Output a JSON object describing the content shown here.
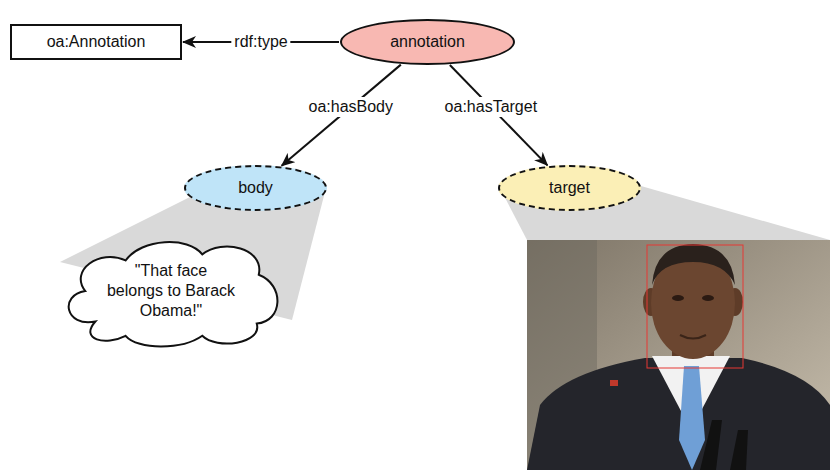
{
  "diagram": {
    "nodes": [
      {
        "text": [
          "oa:Annotation"
        ]
      },
      {
        "text": [
          "annotation"
        ]
      },
      {
        "text": [
          "body"
        ]
      },
      {
        "text": [
          "target"
        ]
      },
      {
        "text": [
          "\"That face belongs to Barack Obama!\""
        ]
      }
    ],
    "edges": [
      {
        "from": 1,
        "to": 0,
        "label": "rdf:type",
        "arrow": "to"
      },
      {
        "from": 1,
        "to": 2,
        "label": "oa:hasBody",
        "arrow": "to"
      },
      {
        "from": 1,
        "to": 3,
        "label": "oa:hasTarget",
        "arrow": "to"
      }
    ]
  }
}
